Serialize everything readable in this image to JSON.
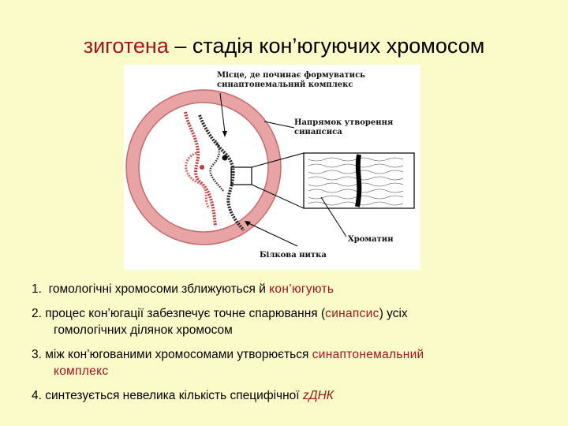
{
  "title": {
    "term": "зиготена",
    "rest": " – стадія кон’югуючих хромосом"
  },
  "figure": {
    "label_start": [
      "Місце, де починає формуватись",
      "синаптонемальний комплекс"
    ],
    "label_direction": [
      "Напрямок утворення",
      "синапсиса"
    ],
    "label_chromatin": "Хроматин",
    "label_protein": "Білкова нитка"
  },
  "items": [
    {
      "num": "1.",
      "text": "гомологічні хромосоми зближуються й ",
      "highlight": "кон’югують",
      "after": ""
    },
    {
      "num": "2.",
      "text": "процес кон’югації забезпечує точне спарювання (",
      "highlight": "синапсис",
      "after": ") усіх",
      "line2": "гомологічних ділянок хромосом"
    },
    {
      "num": "3.",
      "text": "між кон’югованими хромосомами утворюється ",
      "highlight": "синаптонемальний",
      "line2_highlight": "комплекс"
    },
    {
      "num": "4.",
      "text": "синтезується невелика кількість специфічної ",
      "highlight_italic": "zДНК"
    }
  ],
  "colors": {
    "background": "#fbfbc9",
    "accent": "#a3121d",
    "membrane": "#e8a4a4"
  }
}
